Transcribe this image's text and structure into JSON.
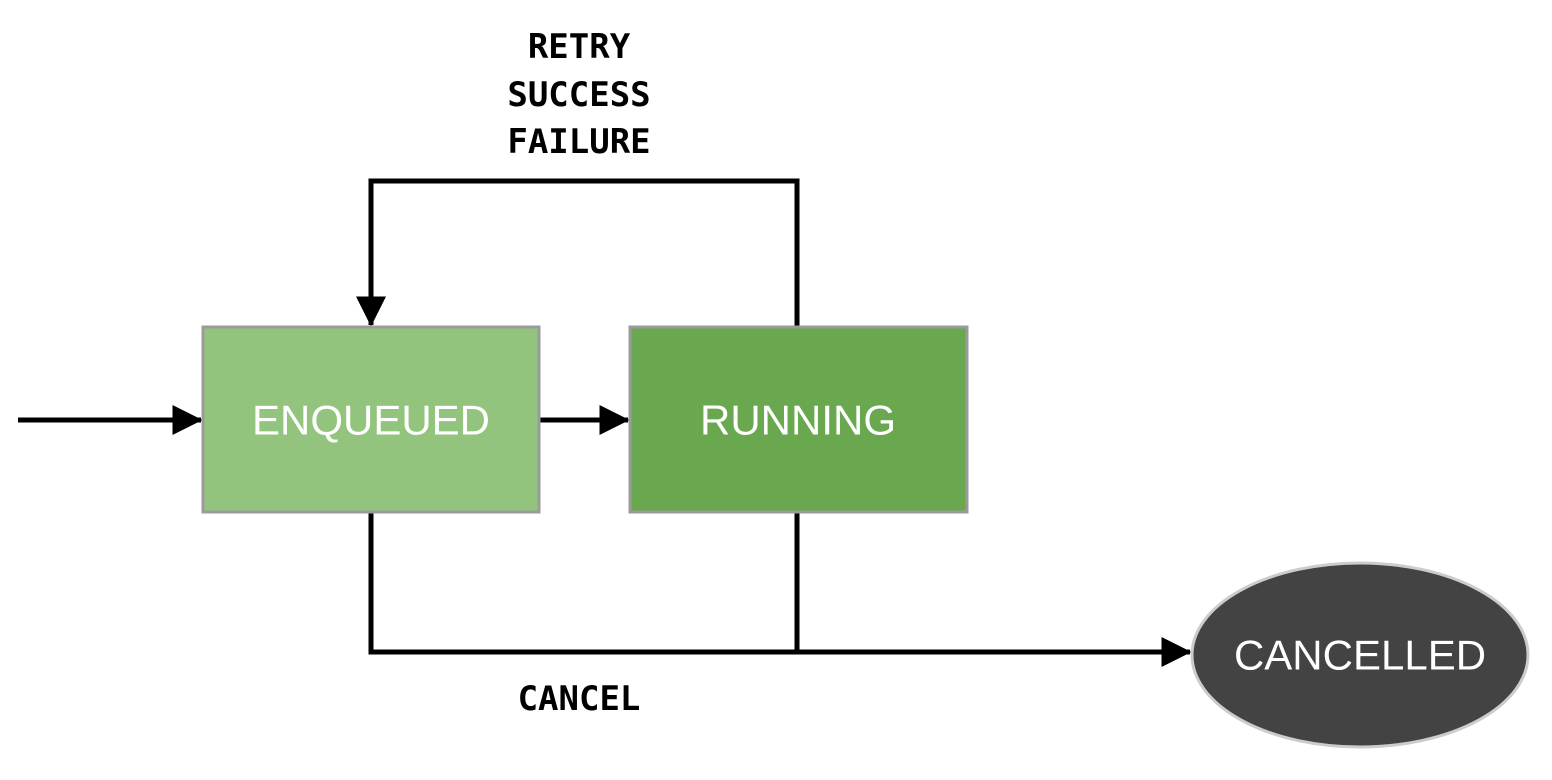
{
  "diagram": {
    "type": "state-machine",
    "background": "#ffffff",
    "edge_color": "#000000",
    "edge_label_color": "#000000"
  },
  "nodes": {
    "enqueued": {
      "label": "ENQUEUED",
      "shape": "rectangle",
      "fill": "#93c47d",
      "border": "#9b9b9b",
      "text_color": "#ffffff"
    },
    "running": {
      "label": "RUNNING",
      "shape": "rectangle",
      "fill": "#6aa84f",
      "border": "#9b9b9b",
      "text_color": "#ffffff"
    },
    "cancelled": {
      "label": "CANCELLED",
      "shape": "ellipse",
      "fill": "#434343",
      "border": "#cccccc",
      "text_color": "#ffffff"
    }
  },
  "edges": {
    "start": {
      "from": "(start)",
      "to": "ENQUEUED",
      "label": ""
    },
    "enqueued_to_running": {
      "from": "ENQUEUED",
      "to": "RUNNING",
      "label": ""
    },
    "running_to_enqueued": {
      "from": "RUNNING",
      "to": "ENQUEUED",
      "labels": [
        "RETRY",
        "SUCCESS",
        "FAILURE"
      ]
    },
    "cancel": {
      "from": "ENQUEUED, RUNNING",
      "to": "CANCELLED",
      "label": "CANCEL"
    }
  }
}
